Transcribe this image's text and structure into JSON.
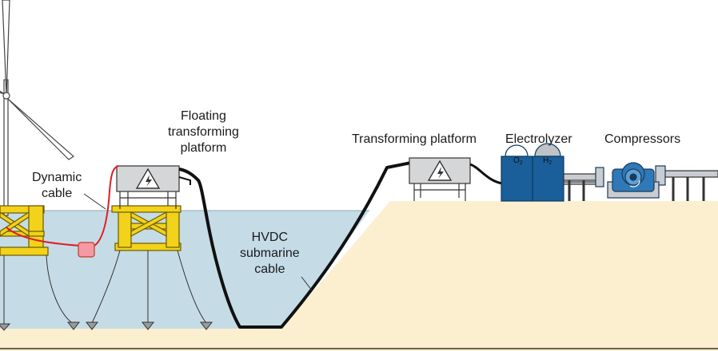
{
  "labels": {
    "floating_platform": [
      "Floating",
      "transforming",
      "platform"
    ],
    "dynamic_cable": [
      "Dynamic",
      "cable"
    ],
    "hvdc_cable": [
      "HVDC",
      "submarine",
      "cable"
    ],
    "transforming_platform": "Transforming platform",
    "electrolyzer": "Electrolyzer",
    "compressors": "Compressors",
    "o2": "O",
    "o2_sub": "2",
    "h2": "H",
    "h2_sub": "2"
  },
  "colors": {
    "sea": "#c5dce6",
    "land": "#fbefd0",
    "platform_yellow": "#f2d21a",
    "transformer_gray": "#d4d6d8",
    "electrolyzer_blue": "#1a5f9a",
    "compressor_blue": "#2f79b8",
    "dynamic_cable_red": "#e31b23",
    "connector_pink": "#f49aa4"
  },
  "icons": [
    "wind-turbine-icon",
    "high-voltage-icon",
    "anchor-icon",
    "pump-icon"
  ]
}
